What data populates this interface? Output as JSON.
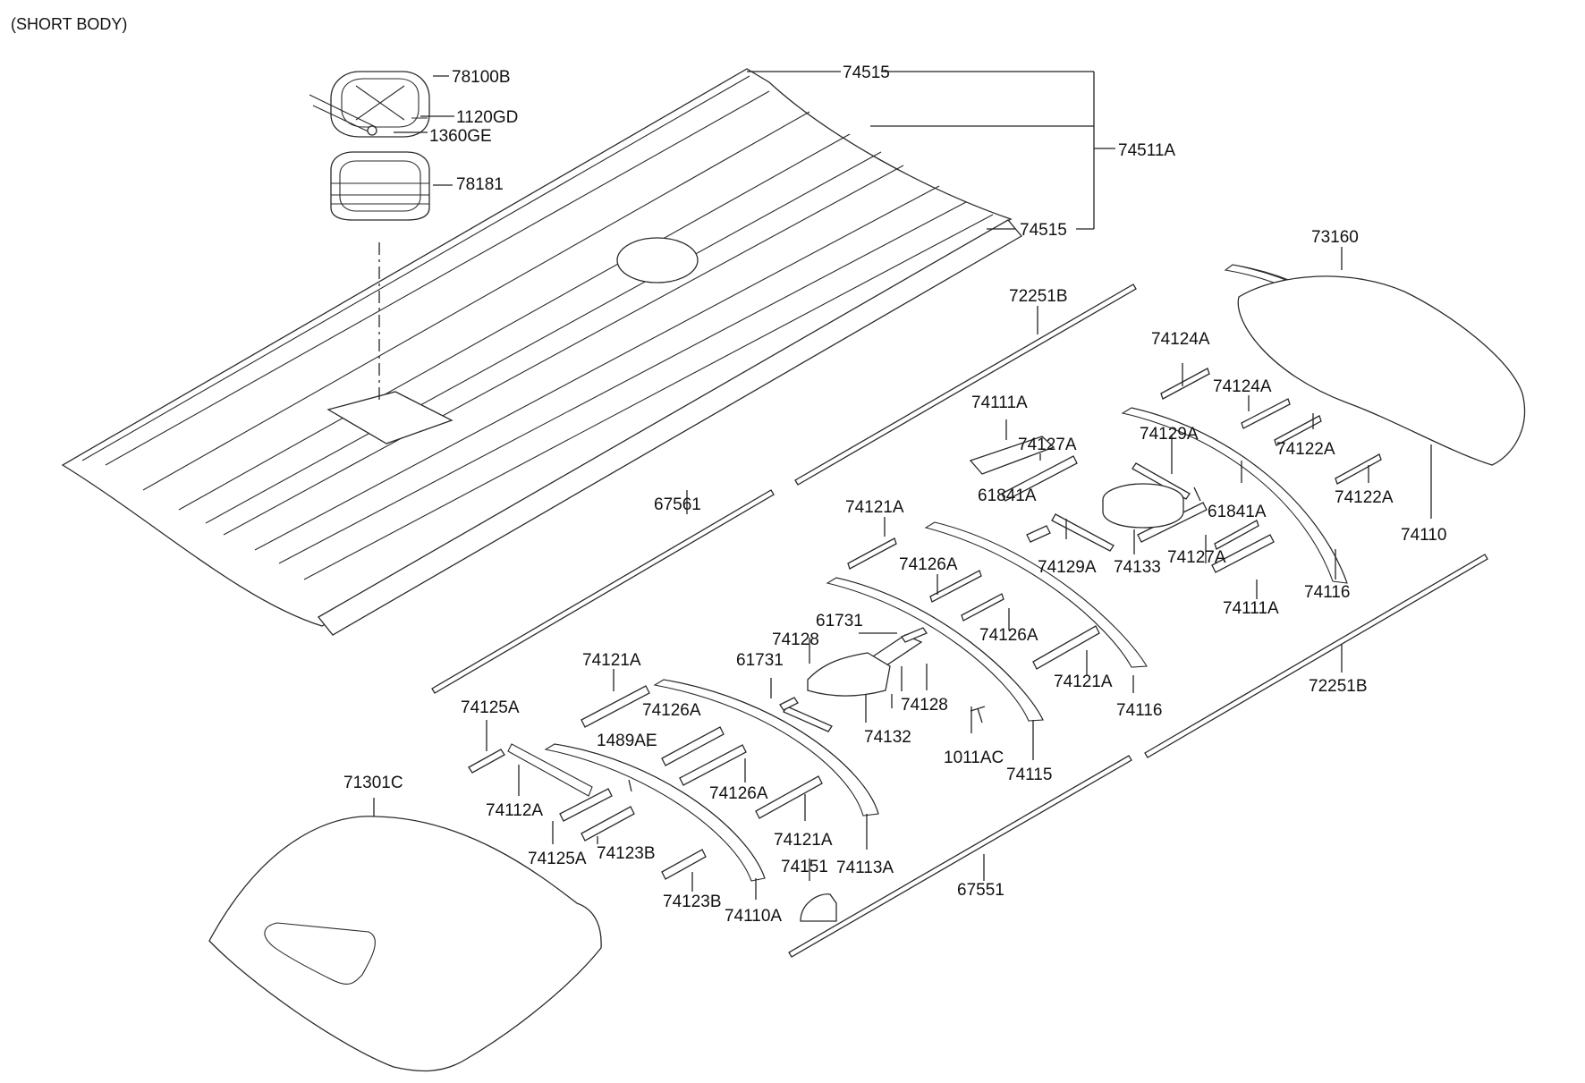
{
  "header": "(SHORT BODY)",
  "callouts": {
    "c78100B": "78100B",
    "c1120GD": "1120GD",
    "c1360GE": "1360GE",
    "c78181": "78181",
    "c74515_top": "74515",
    "c74511A": "74511A",
    "c74515_bot": "74515",
    "c73160": "73160",
    "c72251B_top": "72251B",
    "c74124A_1": "74124A",
    "c74124A_2": "74124A",
    "c74111A_top": "74111A",
    "c74127A_top": "74127A",
    "c74129A_right": "74129A",
    "c74122A_1": "74122A",
    "c74122A_2": "74122A",
    "c61841A_left": "61841A",
    "c61841A_right": "61841A",
    "c74110": "74110",
    "c67561": "67561",
    "c74121A_mid": "74121A",
    "c74129A_mid": "74129A",
    "c74133": "74133",
    "c74127A_bot": "74127A",
    "c74126A_1": "74126A",
    "c74116_right": "74116",
    "c74111A_bot": "74111A",
    "c61731_top": "61731",
    "c74128_left": "74128",
    "c74126A_2": "74126A",
    "c72251B_bot": "72251B",
    "c74121A_left": "74121A",
    "c61731_bot": "61731",
    "c74121A_right": "74121A",
    "c74128_right": "74128",
    "c74125A_top": "74125A",
    "c74126A_3": "74126A",
    "c74116_mid": "74116",
    "c74132": "74132",
    "c1489AE": "1489AE",
    "c1011AC": "1011AC",
    "c74115": "74115",
    "c71301C": "71301C",
    "c74126A_4": "74126A",
    "c74112A": "74112A",
    "c74121A_bot": "74121A",
    "c74125A_bot": "74125A",
    "c74123B_1": "74123B",
    "c74151": "74151",
    "c74113A": "74113A",
    "c67551": "67551",
    "c74123B_2": "74123B",
    "c74110A": "74110A"
  }
}
